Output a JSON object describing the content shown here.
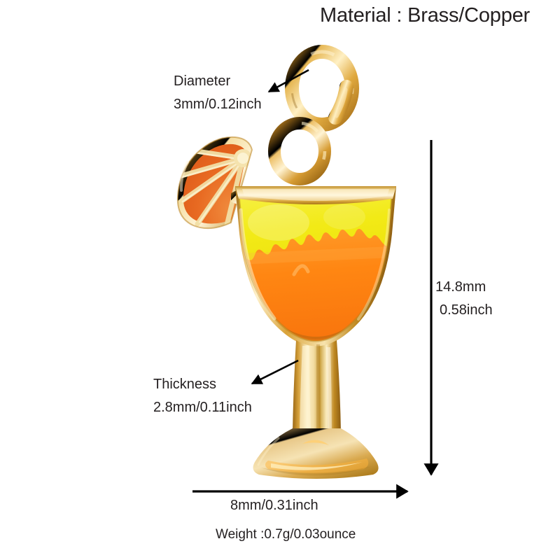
{
  "page": {
    "background_color": "#ffffff",
    "product": "enamel cocktail glass charm pendant"
  },
  "labels": {
    "material": "Material : Brass/Copper",
    "diameter_title": "Diameter",
    "diameter_value": "3mm/0.12inch",
    "thickness_title": "Thickness",
    "thickness_value": "2.8mm/0.11inch",
    "height_value_mm": "14.8mm",
    "height_value_inch": "0.58inch",
    "width_value": "8mm/0.31inch",
    "weight_value": "Weight :0.7g/0.03ounce"
  },
  "colors": {
    "text": "#231f20",
    "dimension_line": "#000000",
    "gold_dark": "#a9741a",
    "gold_mid": "#d8a33a",
    "gold_light": "#f6dc9a",
    "gold_highlight": "#fff3cf",
    "enamel_yellow": "#f2ea16",
    "enamel_yellow_deep": "#e8d60d",
    "enamel_orange": "#ff8a17",
    "enamel_orange_deep": "#f26a10",
    "slice_orange": "#e8651f",
    "slice_orange_light": "#f07c33"
  },
  "icons": {
    "diameter_arrow": "arrow-up-right-icon",
    "thickness_arrow": "arrow-up-right-icon",
    "height_arrow": "arrow-down-icon",
    "width_arrow": "arrow-right-icon"
  },
  "artwork": {
    "jump_ring": "upper gold jump ring",
    "bail_loop": "lower gold bail loop",
    "orange_slice": "orange half-slice garnish with gold segment dividers",
    "glass_bowl": "goblet bowl with yellow-to-orange gradient enamel",
    "glass_stem": "polished gold stem",
    "glass_foot": "flared gold conical foot"
  }
}
